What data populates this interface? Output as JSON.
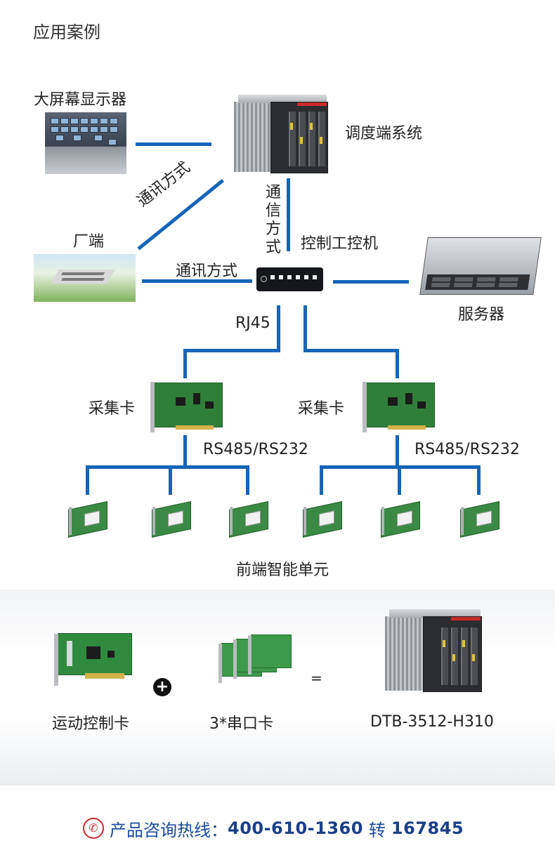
{
  "title": "应用案例",
  "labels": {
    "big_screen": "大屏幕显示器",
    "dispatch_system": "调度端系统",
    "factory": "厂端",
    "comm_diag": "通讯方式",
    "comm_horiz": "通讯方式",
    "comm_vert": "通信方式",
    "control_ipc": "控制工控机",
    "server": "服务器",
    "rj45": "RJ45",
    "acq_card_left": "采集卡",
    "acq_card_right": "采集卡",
    "rs_left": "RS485/RS232",
    "rs_right": "RS485/RS232",
    "front_units": "前端智能单元"
  },
  "bottom": {
    "motion_card": "运动控制卡",
    "plus_symbol": "+",
    "serial_card": "3*串口卡",
    "equals_symbol": "=",
    "product": "DTB-3512-H310"
  },
  "footer": {
    "phone_icon": "phone-icon",
    "label": "产品咨询热线：",
    "number": "400-610-1360",
    "ext_label": "转",
    "ext": "167845"
  },
  "colors": {
    "connector_line": "#1565b8",
    "hotline_text": "#1a3f8a",
    "phone_icon": "#d02a2a"
  }
}
